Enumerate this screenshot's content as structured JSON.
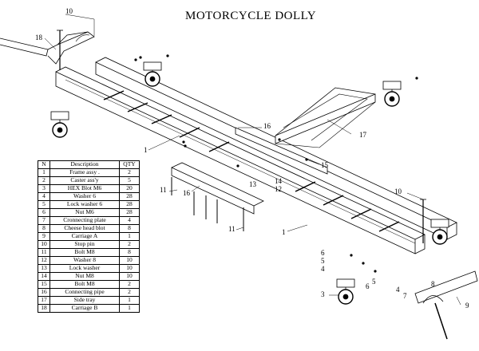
{
  "title": "MOTORCYCLE DOLLY",
  "table": {
    "headers": {
      "n": "N",
      "description": "Description",
      "qty": "QTY"
    },
    "rows": [
      {
        "n": "1",
        "description": "Frame assy .",
        "qty": "2"
      },
      {
        "n": "2",
        "description": "Caster ass'y",
        "qty": "5"
      },
      {
        "n": "3",
        "description": "HEX Blot M6",
        "qty": "20"
      },
      {
        "n": "4",
        "description": "Washer 6",
        "qty": "28"
      },
      {
        "n": "5",
        "description": "Lock washer 6",
        "qty": "28"
      },
      {
        "n": "6",
        "description": "Nut M6",
        "qty": "28"
      },
      {
        "n": "7",
        "description": "Cronnecting plate",
        "qty": "4"
      },
      {
        "n": "8",
        "description": "Cheese head blot",
        "qty": "8"
      },
      {
        "n": "9",
        "description": "Carriage A",
        "qty": "1"
      },
      {
        "n": "10",
        "description": "Stop pin",
        "qty": "2"
      },
      {
        "n": "11",
        "description": "Bolt M8",
        "qty": "8"
      },
      {
        "n": "12",
        "description": "Washer 8",
        "qty": "10"
      },
      {
        "n": "13",
        "description": "Lock washer",
        "qty": "10"
      },
      {
        "n": "14",
        "description": "Nut M8",
        "qty": "10"
      },
      {
        "n": "15",
        "description": "Bolt M8",
        "qty": "2"
      },
      {
        "n": "16",
        "description": "Connecting pipe",
        "qty": "2"
      },
      {
        "n": "17",
        "description": "Side tray",
        "qty": "1"
      },
      {
        "n": "18",
        "description": "Carriage B",
        "qty": "1"
      }
    ]
  },
  "callouts": {
    "c10a": "10",
    "c18": "18",
    "c1a": "1",
    "c16a": "16",
    "c17": "17",
    "c15": "15",
    "c11a": "11",
    "c16b": "16",
    "c13": "13",
    "c14": "14",
    "c12": "12",
    "c11b": "11",
    "c1b": "1",
    "c10b": "10",
    "c6a": "6",
    "c5a": "5",
    "c4a": "4",
    "c3": "3",
    "c5b": "5",
    "c6b": "6",
    "c4b": "4",
    "c7": "7",
    "c8": "8",
    "c9": "9"
  }
}
